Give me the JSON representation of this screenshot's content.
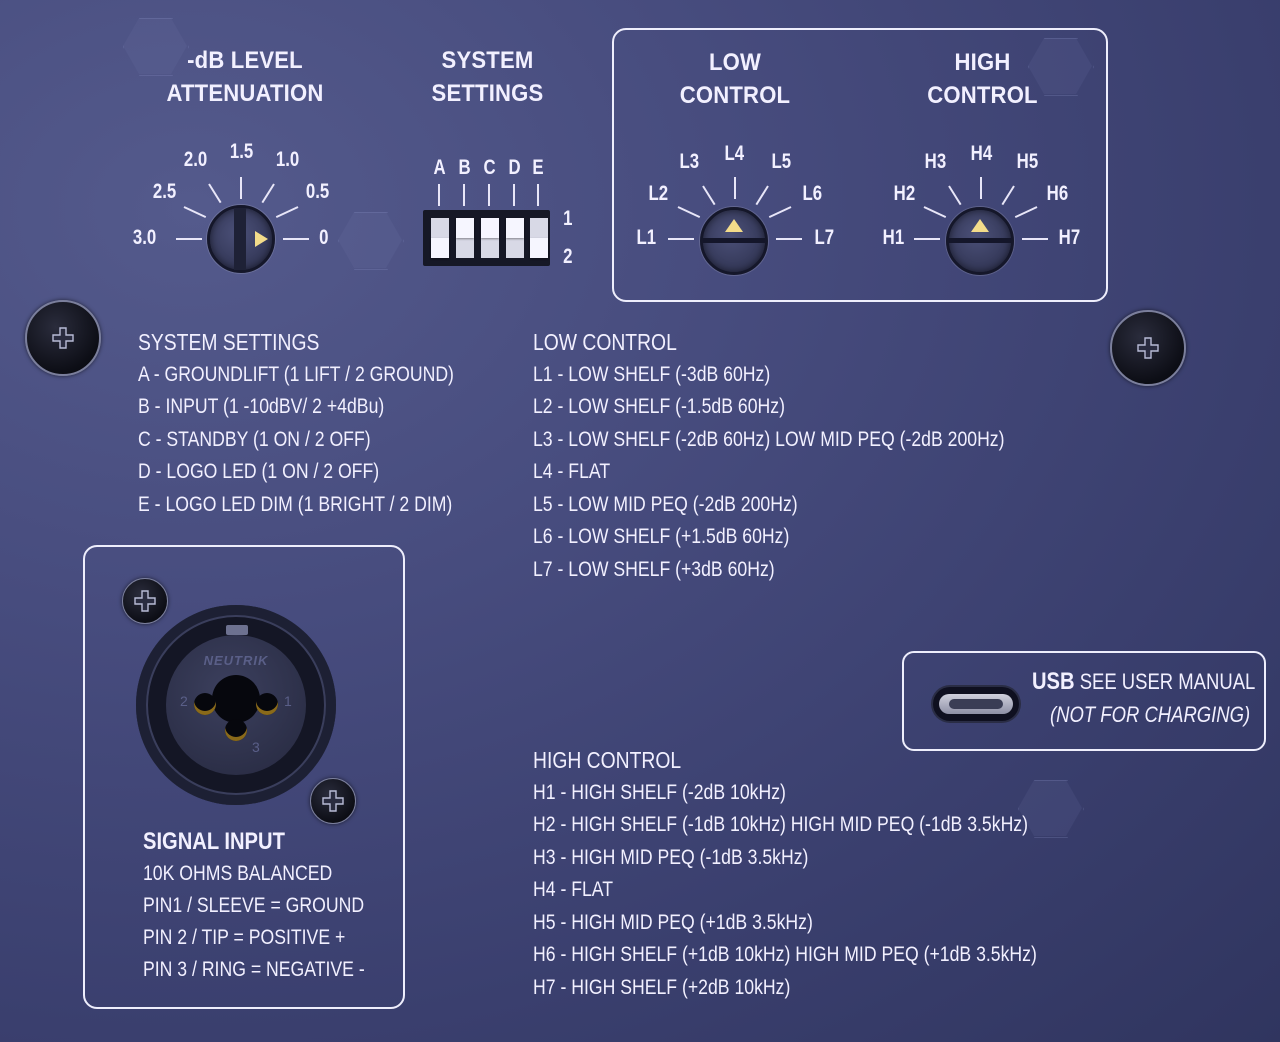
{
  "attenuation": {
    "title_line1": "-dB LEVEL",
    "title_line2": "ATTENUATION",
    "positions": [
      "3.0",
      "2.5",
      "2.0",
      "1.5",
      "1.0",
      "0.5",
      "0"
    ],
    "selected": "0"
  },
  "system_settings_panel": {
    "title_line1": "SYSTEM",
    "title_line2": "SETTINGS",
    "switch_labels": [
      "A",
      "B",
      "C",
      "D",
      "E"
    ],
    "row_labels": [
      "1",
      "2"
    ],
    "switch_positions": {
      "A": "2",
      "B": "1",
      "C": "1",
      "D": "1",
      "E": "2"
    }
  },
  "low_control_knob": {
    "title_line1": "LOW",
    "title_line2": "CONTROL",
    "positions": [
      "L1",
      "L2",
      "L3",
      "L4",
      "L5",
      "L6",
      "L7"
    ],
    "selected": "L4"
  },
  "high_control_knob": {
    "title_line1": "HIGH",
    "title_line2": "CONTROL",
    "positions": [
      "H1",
      "H2",
      "H3",
      "H4",
      "H5",
      "H6",
      "H7"
    ],
    "selected": "H4"
  },
  "system_settings_legend": {
    "title": "SYSTEM SETTINGS",
    "items": [
      "A - GROUNDLIFT (1 LIFT / 2 GROUND)",
      "B - INPUT  (1 -10dBV/ 2 +4dBu)",
      "C - STANDBY (1 ON / 2 OFF)",
      "D - LOGO LED (1 ON / 2 OFF)",
      "E - LOGO LED DIM (1 BRIGHT / 2 DIM)"
    ]
  },
  "low_control_legend": {
    "title": "LOW CONTROL",
    "items": [
      "L1 - LOW SHELF (-3dB 60Hz)",
      "L2 - LOW SHELF (-1.5dB 60Hz)",
      "L3 - LOW SHELF (-2dB 60Hz) LOW MID PEQ (-2dB 200Hz)",
      "L4 - FLAT",
      "L5 - LOW MID PEQ (-2dB 200Hz)",
      "L6 - LOW SHELF (+1.5dB 60Hz)",
      "L7 - LOW SHELF (+3dB 60Hz)"
    ]
  },
  "high_control_legend": {
    "title": "HIGH CONTROL",
    "items": [
      "H1 - HIGH SHELF (-2dB 10kHz)",
      "H2 - HIGH SHELF (-1dB 10kHz) HIGH MID  PEQ (-1dB 3.5kHz)",
      "H3 - HIGH MID PEQ (-1dB 3.5kHz)",
      "H4 - FLAT",
      "H5 - HIGH MID PEQ (+1dB 3.5kHz)",
      "H6 - HIGH SHELF (+1dB 10kHz) HIGH MID PEQ (+1dB 3.5kHz)",
      "H7 - HIGH SHELF (+2dB 10kHz)"
    ]
  },
  "signal_input": {
    "brand": "NEUTRIK",
    "pin_numbers": [
      "2",
      "1",
      "3"
    ],
    "title": "SIGNAL INPUT",
    "lines": [
      "10K OHMS BALANCED",
      "PIN1 / SLEEVE = GROUND",
      "PIN 2 / TIP = POSITIVE +",
      "PIN 3 / RING = NEGATIVE -"
    ]
  },
  "usb": {
    "label_bold": "USB",
    "label_rest": " SEE USER MANUAL",
    "note": "(NOT FOR CHARGING)"
  },
  "colors": {
    "panel": "#3f4474",
    "print": "#f2f0ff",
    "indicator": "#f3dc8a",
    "knob": "#343858"
  }
}
